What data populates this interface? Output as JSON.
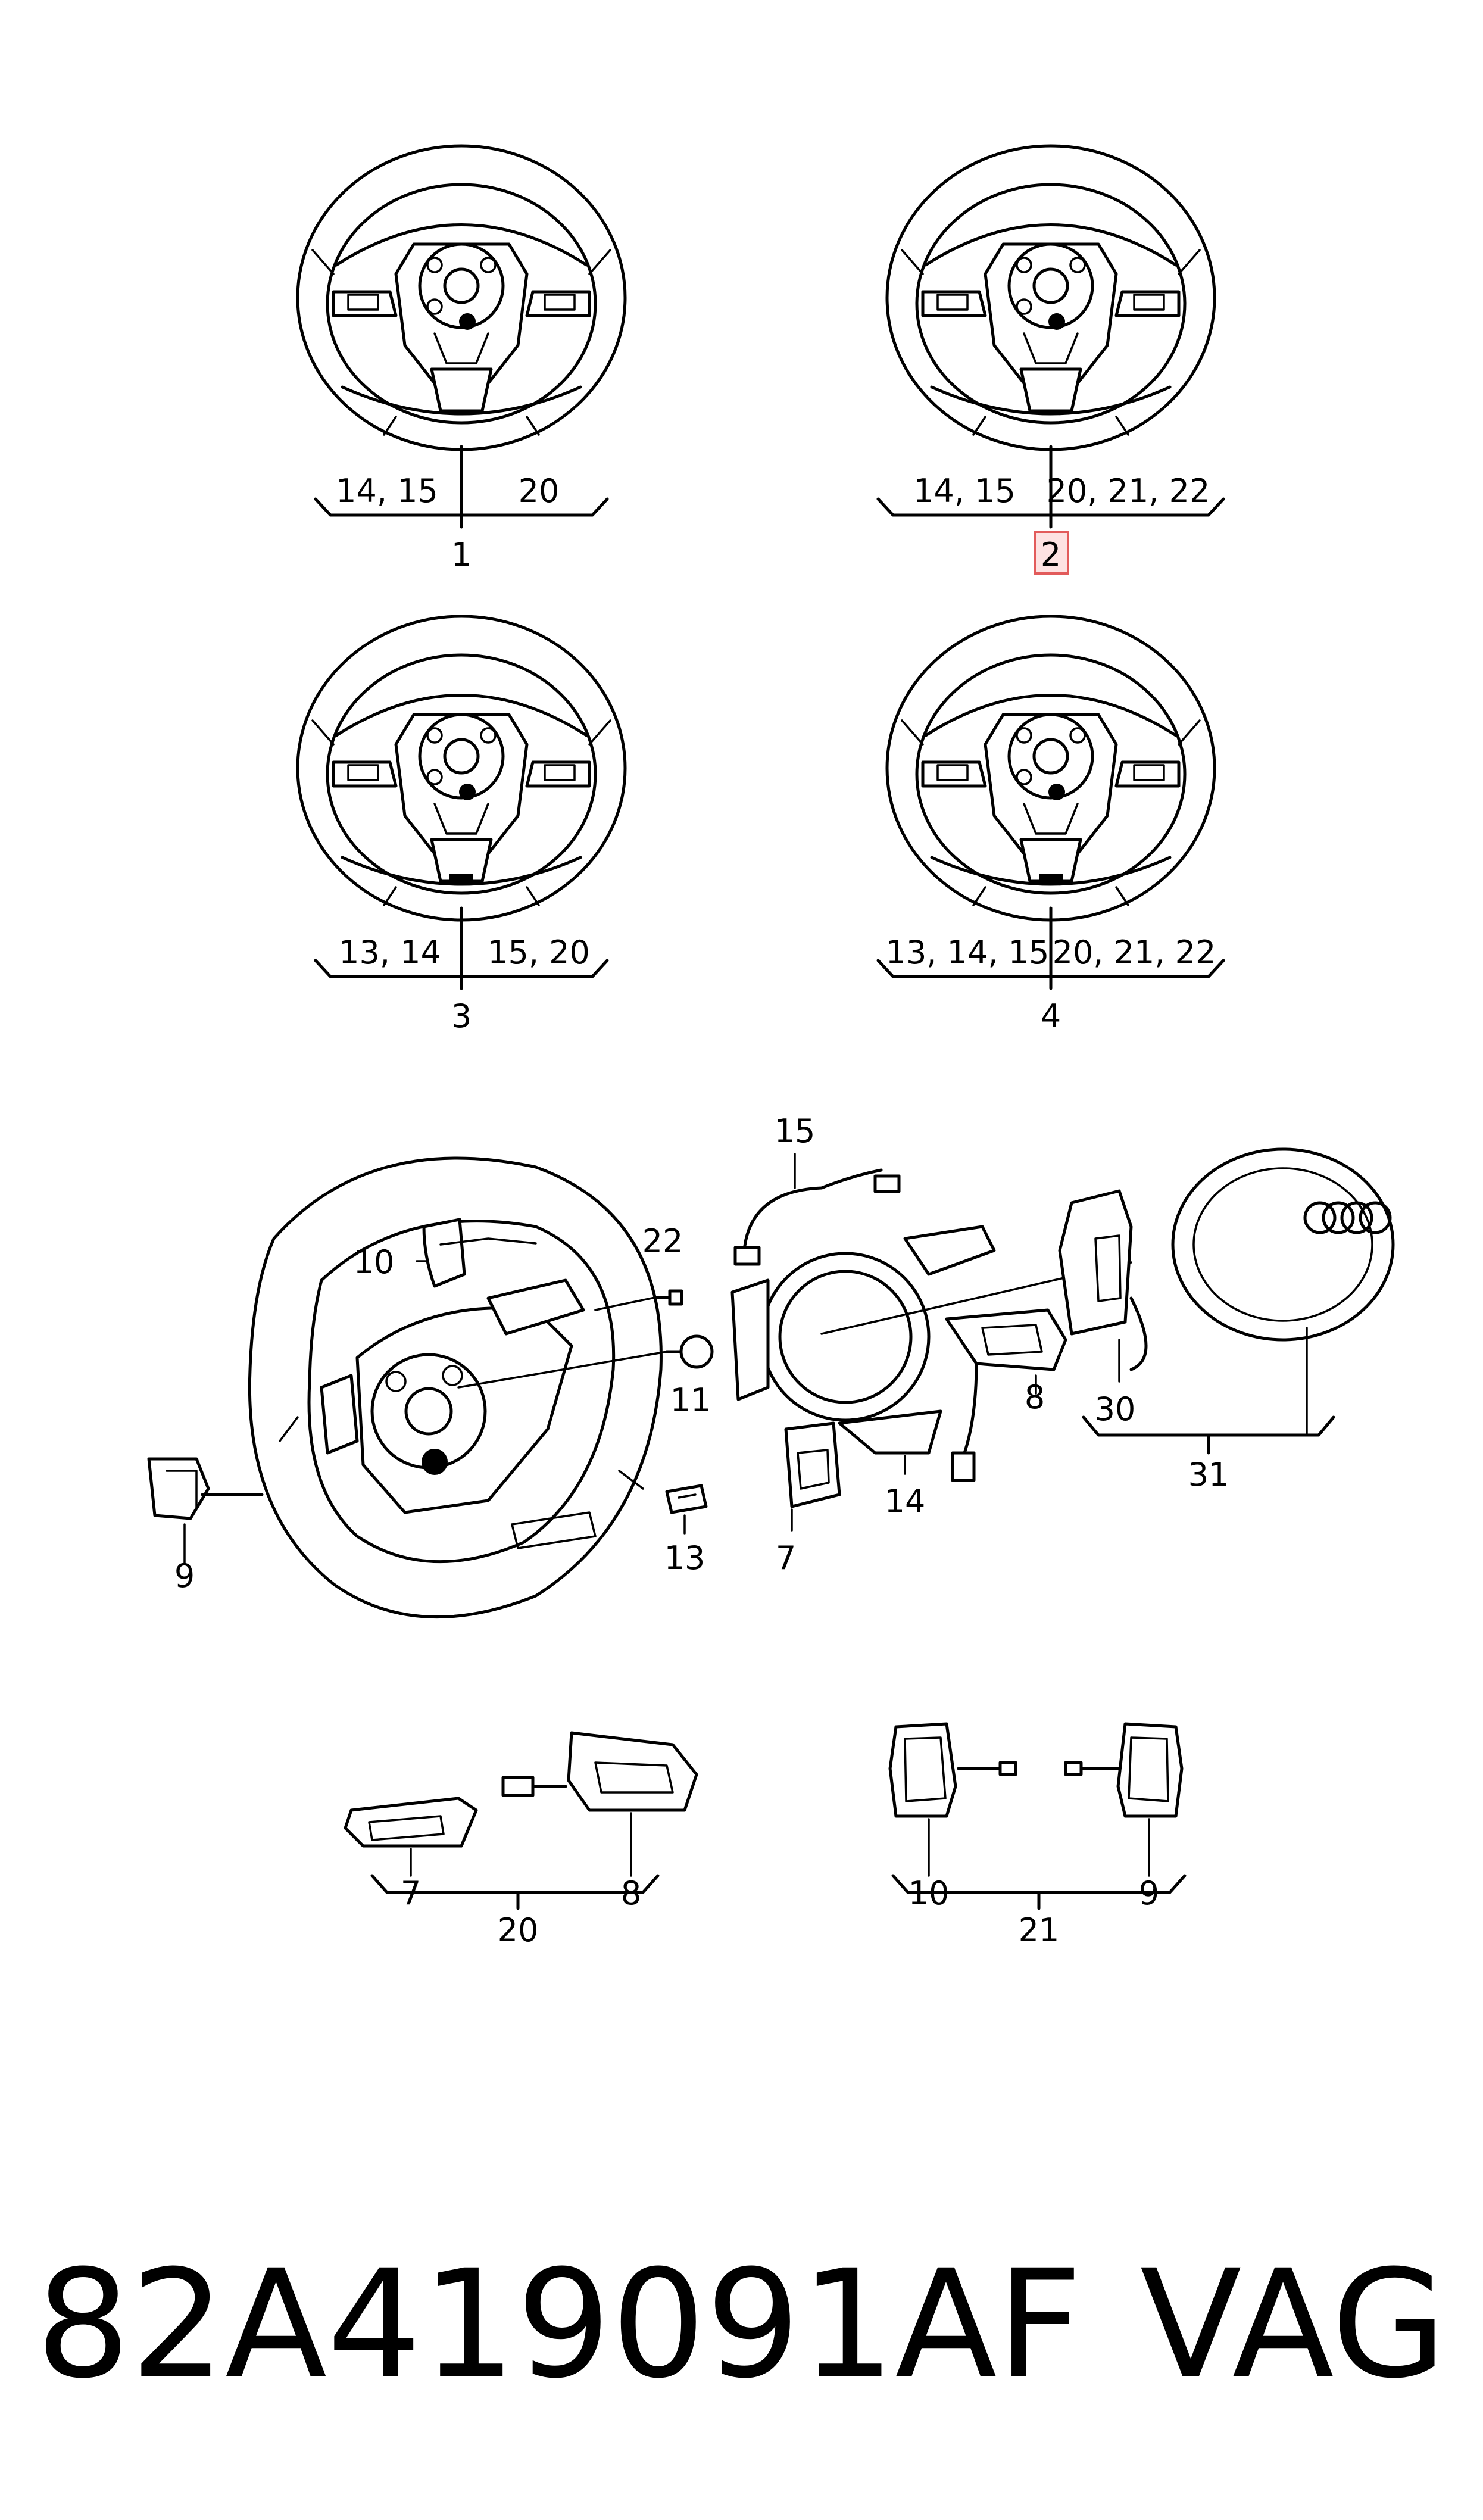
{
  "callouts": {
    "w1": {
      "left": "14, 15",
      "right": "20",
      "item": "1"
    },
    "w2": {
      "left": "14, 15",
      "right": "20, 21, 22",
      "item": "2"
    },
    "w3": {
      "left": "13, 14",
      "right": "15, 20",
      "item": "3"
    },
    "w4": {
      "left": "13, 14, 15",
      "right": "20, 21, 22",
      "item": "4"
    }
  },
  "exploded": {
    "p15": "15",
    "p10": "10",
    "p22": "22",
    "p11": "11",
    "p9": "9",
    "p13": "13",
    "p7": "7",
    "p14": "14",
    "p8": "8",
    "p30": "30",
    "p31": "31"
  },
  "sets": {
    "s20": {
      "a": "7",
      "b": "8",
      "group": "20"
    },
    "s21": {
      "a": "10",
      "b": "9",
      "group": "21"
    }
  },
  "footer": {
    "part_number": "82A419091AF",
    "brand": "VAG"
  },
  "icons": {
    "airbag_logo": "four-rings-logo"
  },
  "colors": {
    "line": "#000000",
    "highlight_fill": "#fde2e2",
    "highlight_border": "#e25b5b"
  }
}
